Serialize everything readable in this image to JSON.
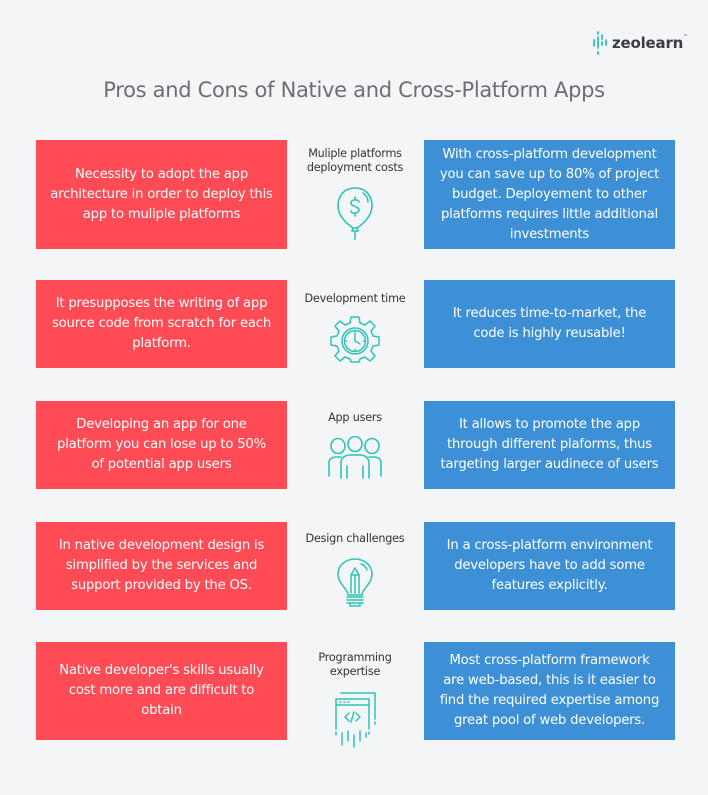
{
  "brand": {
    "name": "zeolearn",
    "tm": "™",
    "accent": "#2ec4b6"
  },
  "title": "Pros and Cons of Native and Cross-Platform Apps",
  "colors": {
    "con": "#ff4b55",
    "pro": "#3d90d5",
    "icon": "#2ec4b6",
    "background": "#f4f5f7"
  },
  "rows": [
    {
      "category": [
        "Muliple platforms",
        "deployment costs"
      ],
      "icon": "dollar-balloon-icon",
      "con": "Necessity to adopt the app architecture in order to deploy this app to muliple platforms",
      "pro": "With cross-platform development you can save up to 80% of project budget. Deployement to other platforms requires little additional investments"
    },
    {
      "category": [
        "Development time"
      ],
      "icon": "gear-clock-icon",
      "con": "It presupposes the writing of app source code from scratch for each platform.",
      "pro": "It reduces time-to-market, the code is highly reusable!"
    },
    {
      "category": [
        "App users"
      ],
      "icon": "users-icon",
      "con": "Developing an app for one platform you can lose up to 50% of potential app users",
      "pro": "It allows to promote the app through different plaforms, thus targeting larger audinece of users"
    },
    {
      "category": [
        "Design challenges"
      ],
      "icon": "lightbulb-pencil-icon",
      "con": "In native development design is simplified by the services and support provided by the OS.",
      "pro": "In a cross-platform environment developers have to add some features explicitly."
    },
    {
      "category": [
        "Programming",
        "expertise"
      ],
      "icon": "code-window-icon",
      "con": "Native developer's skills usually cost more and are difficult to obtain",
      "pro": "Most cross-platform framework are web-based, this is it easier to find the required expertise among great pool of web developers."
    }
  ]
}
